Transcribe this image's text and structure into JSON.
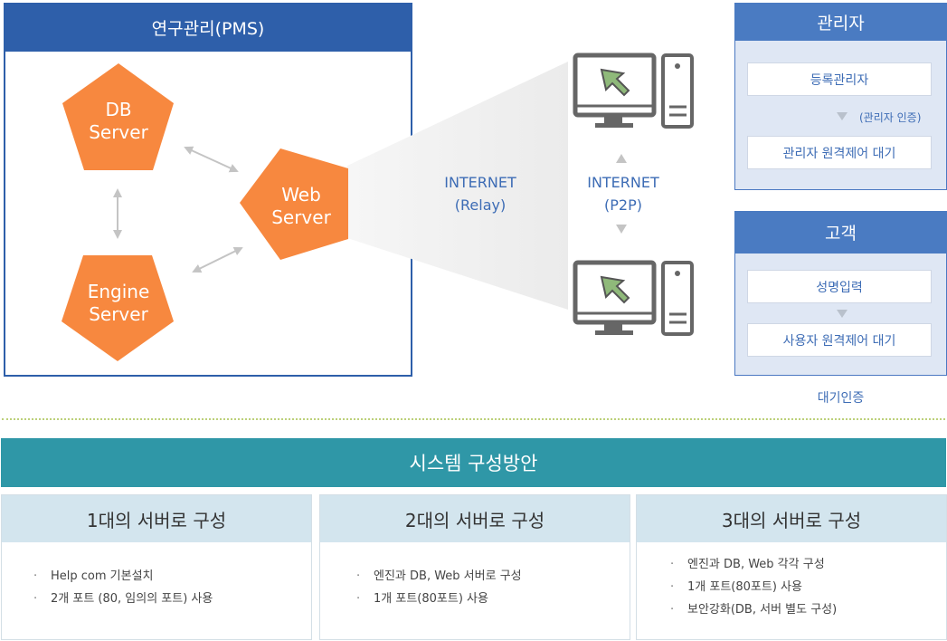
{
  "pms": {
    "title": "연구관리(PMS)",
    "db_server": [
      "DB",
      "Server"
    ],
    "web_server": [
      "Web",
      "Server"
    ],
    "engine_server": [
      "Engine",
      "Server"
    ]
  },
  "internet": {
    "relay": [
      "INTERNET",
      "(Relay)"
    ],
    "p2p": [
      "INTERNET",
      "(P2P)"
    ]
  },
  "admin": {
    "title": "관리자",
    "register": "등록관리자",
    "auth_note": "(관리자 인증)",
    "wait": "관리자 원격제어 대기"
  },
  "customer": {
    "title": "고객",
    "name_input": "성명입력",
    "wait": "사용자 원격제어 대기",
    "footer": "대기인증"
  },
  "system": {
    "title": "시스템 구성방안",
    "cards": [
      {
        "title": "1대의 서버로 구성",
        "items": [
          "Help com 기본설치",
          "2개 포트 (80, 임의의 포트) 사용"
        ]
      },
      {
        "title": "2대의 서버로 구성",
        "items": [
          "엔진과 DB, Web 서버로 구성",
          "1개 포트(80포트) 사용"
        ]
      },
      {
        "title": "3대의 서버로 구성",
        "items": [
          "엔진과 DB, Web  각각 구성",
          "1개 포트(80포트) 사용",
          "보안강화(DB, 서버 별도 구성)"
        ]
      }
    ]
  },
  "colors": {
    "pms_blue": "#2e5faa",
    "pentagon_orange": "#f7883f",
    "panel_blue": "#4a7bc2",
    "system_teal": "#2f97a7",
    "card_head": "#d3e5ee",
    "computer_gray": "#666666",
    "cursor_green": "#8fb97a"
  }
}
